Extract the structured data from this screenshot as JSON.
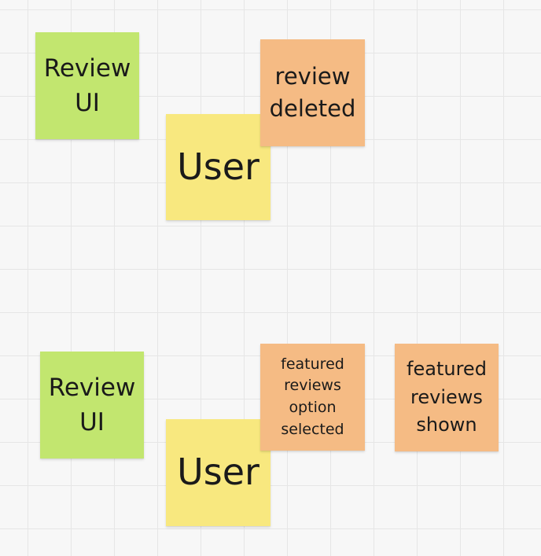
{
  "board": {
    "colors": {
      "background": "#f7f7f7",
      "grid_line": "#e6e6e6",
      "green_sticky": "#c2e66f",
      "yellow_sticky": "#f8e87f",
      "orange_sticky": "#f5bb84"
    },
    "stickies": [
      {
        "text": "Review\nUI",
        "color": "green"
      },
      {
        "text": "User",
        "color": "yellow"
      },
      {
        "text": "review\ndeleted",
        "color": "orange"
      },
      {
        "text": "Review\nUI",
        "color": "green"
      },
      {
        "text": "User",
        "color": "yellow"
      },
      {
        "text": "featured\nreviews\noption\nselected",
        "color": "orange"
      },
      {
        "text": "featured\nreviews\nshown",
        "color": "orange"
      }
    ]
  }
}
